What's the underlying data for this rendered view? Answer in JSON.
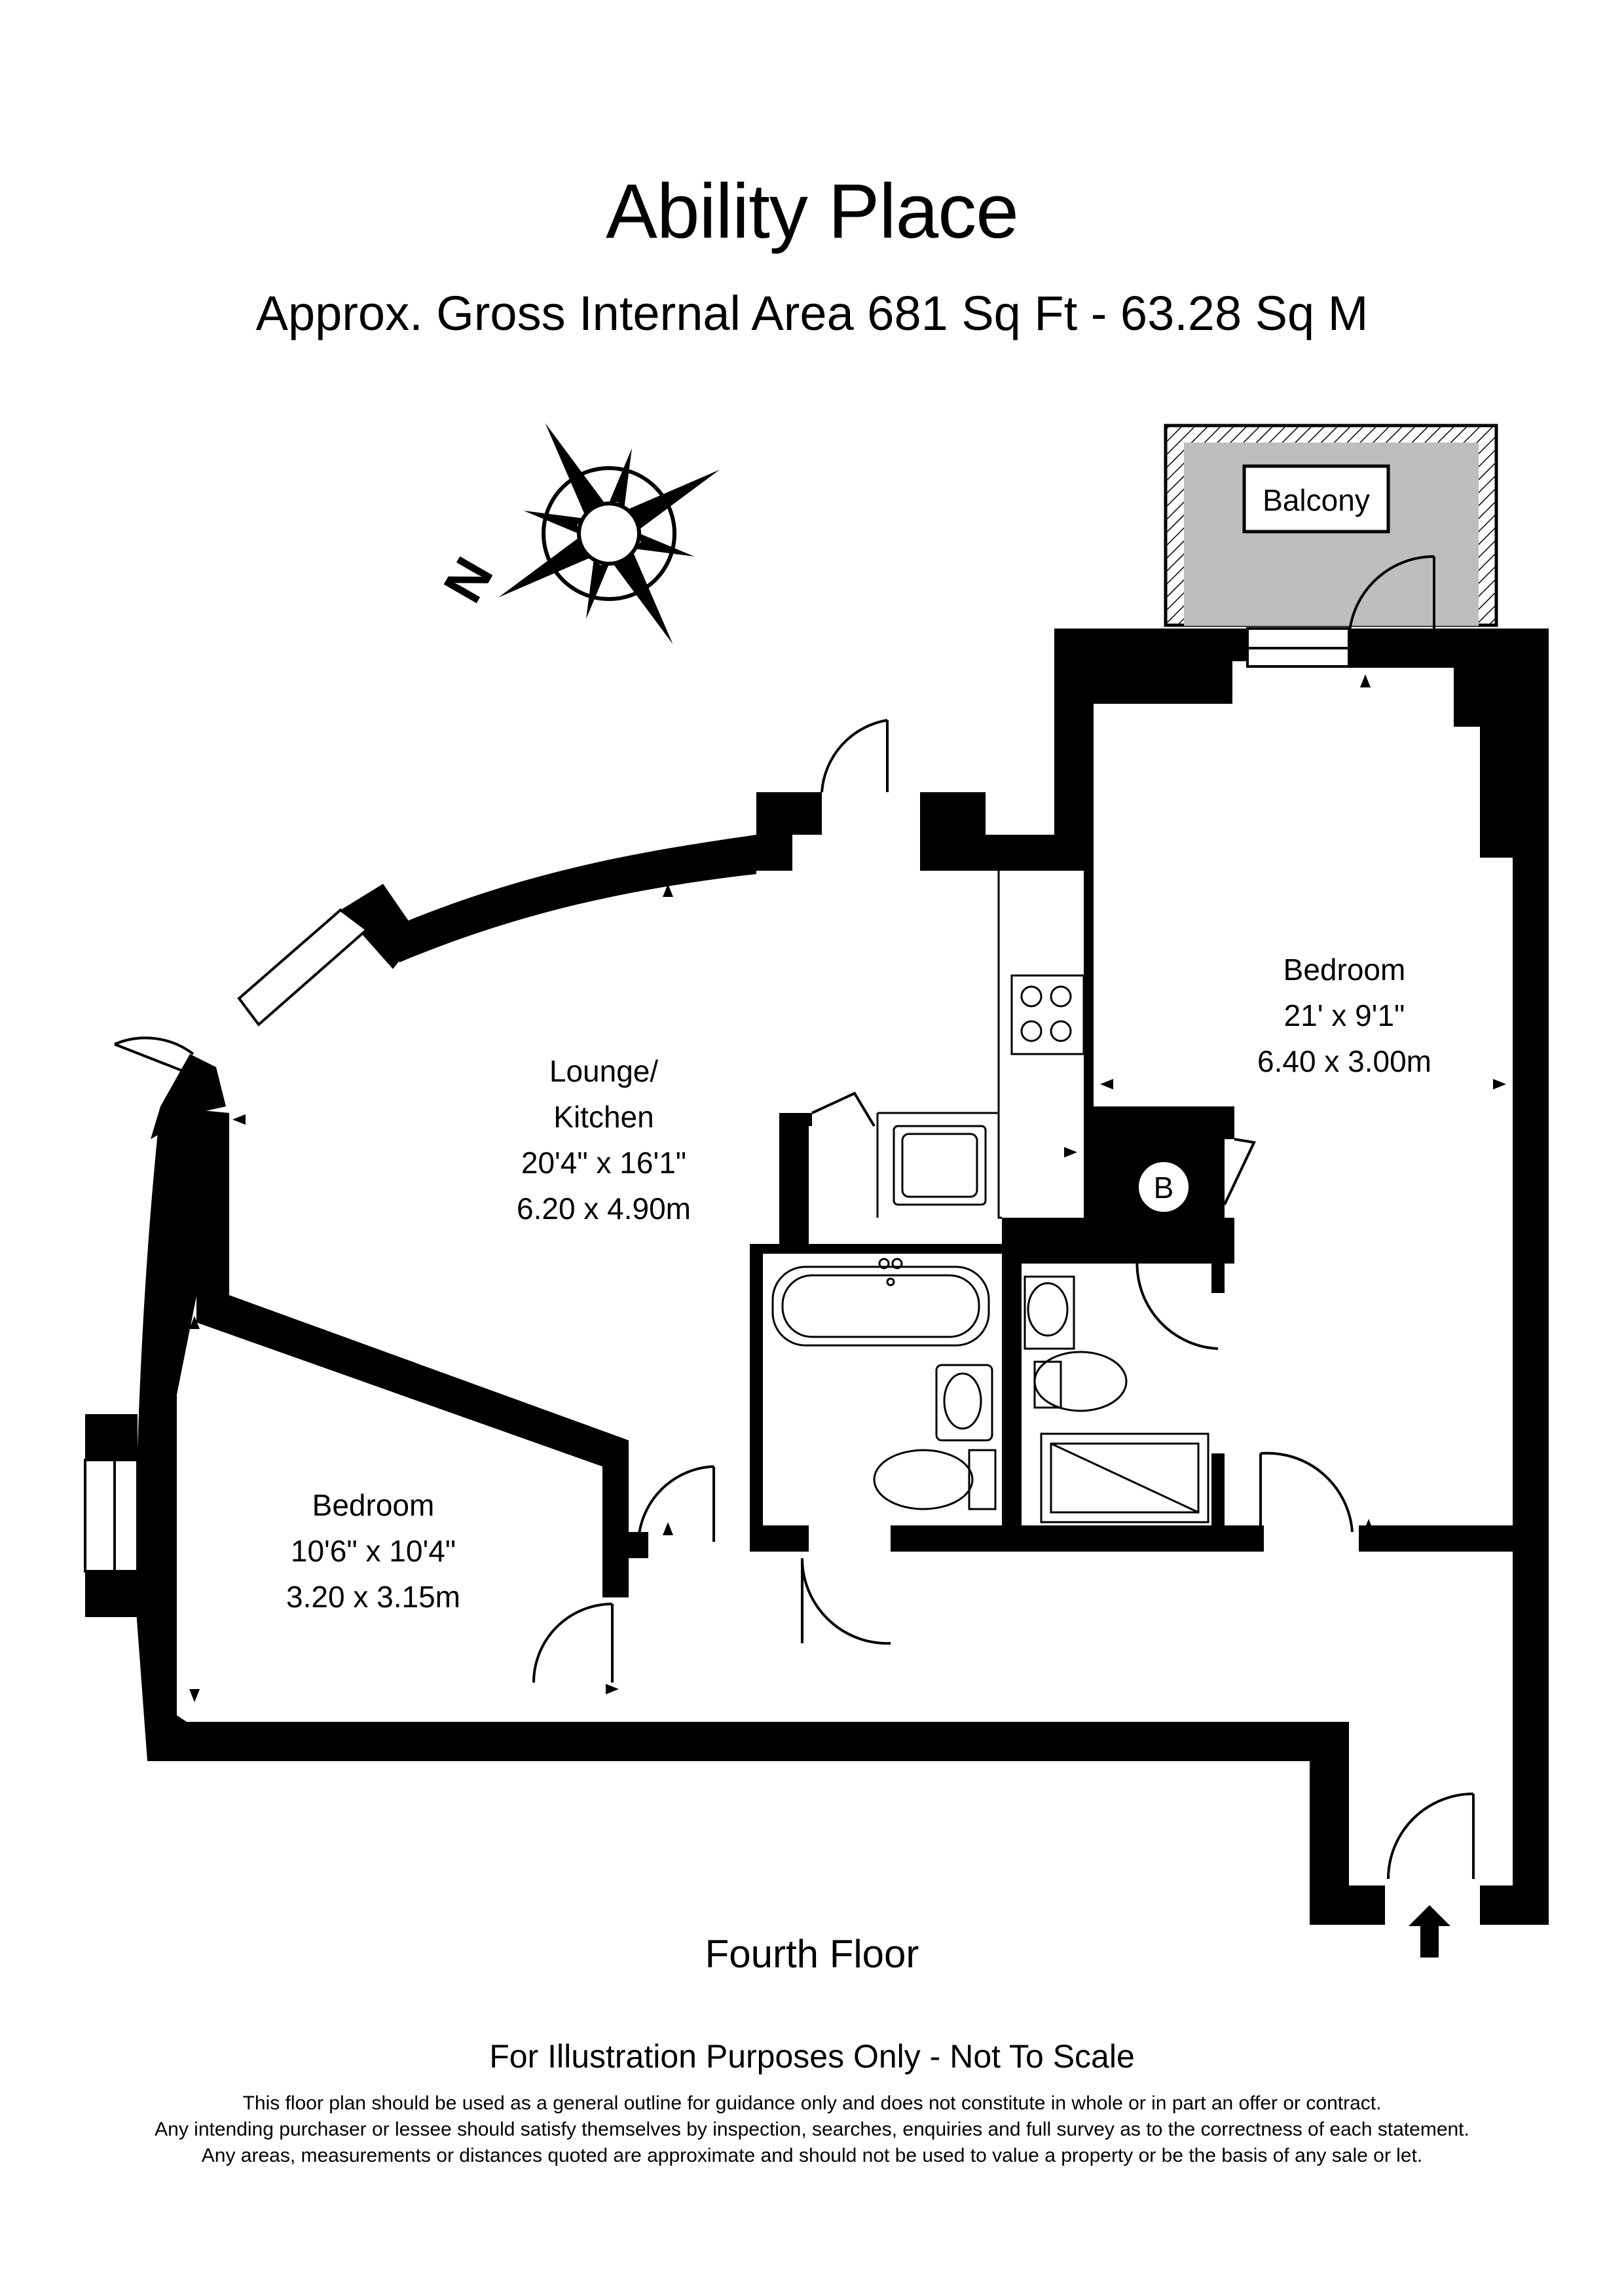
{
  "header": {
    "title": "Ability Place",
    "subtitle": "Approx. Gross Internal Area   681 Sq Ft  -  63.28 Sq M"
  },
  "compass": {
    "label": "N"
  },
  "rooms": {
    "balcony": {
      "name": "Balcony"
    },
    "bedroom1": {
      "name": "Bedroom",
      "size_imperial": "21' x 9'1\"",
      "size_metric": "6.40 x 3.00m"
    },
    "lounge": {
      "name_line1": "Lounge/",
      "name_line2": "Kitchen",
      "size_imperial": "20'4\" x 16'1\"",
      "size_metric": "6.20 x 4.90m"
    },
    "bedroom2": {
      "name": "Bedroom",
      "size_imperial": "10'6\" x 10'4\"",
      "size_metric": "3.20 x 3.15m"
    },
    "boiler": {
      "label": "B"
    }
  },
  "floor_label": "Fourth Floor",
  "disclaimer": {
    "headline": "For Illustration Purposes Only - Not To Scale",
    "line1": "This floor plan should be used as a general outline for guidance only and does not constitute in whole or in part an offer or contract.",
    "line2": "Any intending purchaser or lessee should satisfy themselves by inspection, searches, enquiries and full survey as to the correctness of each statement.",
    "line3": "Any areas, measurements or distances quoted are approximate and should not be used to value a property or be the basis of any sale or let."
  },
  "colors": {
    "wall": "#000000",
    "balcony_fill": "#bcbec0",
    "background": "#ffffff"
  }
}
